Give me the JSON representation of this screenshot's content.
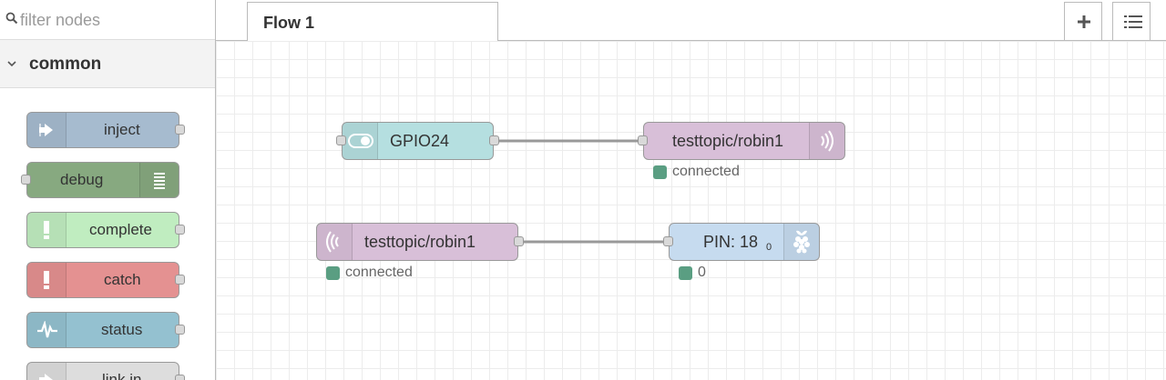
{
  "palette": {
    "filter_placeholder": "filter nodes",
    "category": "common",
    "nodes": [
      {
        "label": "inject",
        "color": "#a6bbcf",
        "icon": "arrow-in-icon"
      },
      {
        "label": "debug",
        "color": "#87a980",
        "icon": "list-icon"
      },
      {
        "label": "complete",
        "color": "#c0edc0",
        "icon": "exclamation-icon"
      },
      {
        "label": "catch",
        "color": "#e49191",
        "icon": "exclamation-icon"
      },
      {
        "label": "status",
        "color": "#94c1d0",
        "icon": "pulse-icon"
      },
      {
        "label": "link in",
        "color": "#dddddd",
        "icon": "arrow-in-icon"
      }
    ]
  },
  "tabs": {
    "flow1": "Flow 1",
    "add_icon": "plus-icon",
    "menu_icon": "list-icon"
  },
  "flow": {
    "gpio_in": {
      "label": "GPIO24",
      "color": "#b5dfe0",
      "icon": "toggle-icon"
    },
    "mqtt_out": {
      "label": "testtopic/robin1",
      "color": "#d8bfd8",
      "icon": "broadcast-icon",
      "status": "connected"
    },
    "mqtt_in": {
      "label": "testtopic/robin1",
      "color": "#d8bfd8",
      "icon": "broadcast-icon",
      "status": "connected"
    },
    "pin_out": {
      "label": "PIN: 18",
      "sub": "0",
      "color": "#c6dbef",
      "icon": "raspberry-icon",
      "status": "0"
    },
    "status_color": "#5a9e82"
  }
}
